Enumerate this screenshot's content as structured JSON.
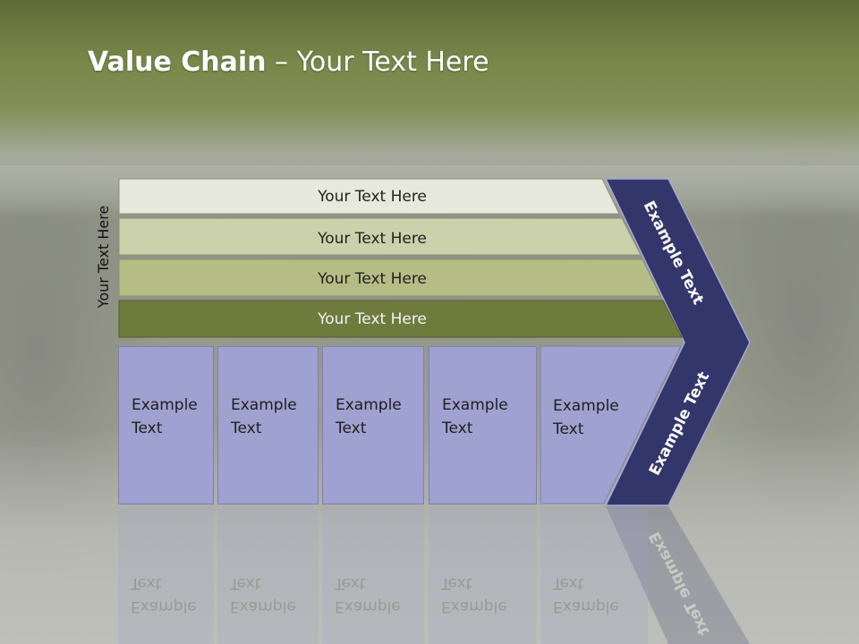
{
  "slide": {
    "title_bold": "Value Chain",
    "title_rest": " – Your Text Here"
  },
  "side_label": "Your Text Here",
  "bars": [
    {
      "label": "Your Text Here",
      "color": "#e6e9dc"
    },
    {
      "label": "Your Text Here",
      "color": "#cbd2ab"
    },
    {
      "label": "Your Text Here",
      "color": "#b5bd84"
    },
    {
      "label": "Your Text Here",
      "color": "#6f7a3d"
    }
  ],
  "boxes": [
    {
      "line1": "Example",
      "line2": "Text"
    },
    {
      "line1": "Example",
      "line2": "Text"
    },
    {
      "line1": "Example",
      "line2": "Text"
    },
    {
      "line1": "Example",
      "line2": "Text"
    },
    {
      "line1": "Example",
      "line2": "Text"
    }
  ],
  "chevron": {
    "upper_label": "Example Text",
    "lower_label": "Example Text",
    "color": "#33366a"
  },
  "colors": {
    "box_fill": "#9fa1d0",
    "title_text": "#ffffff"
  }
}
